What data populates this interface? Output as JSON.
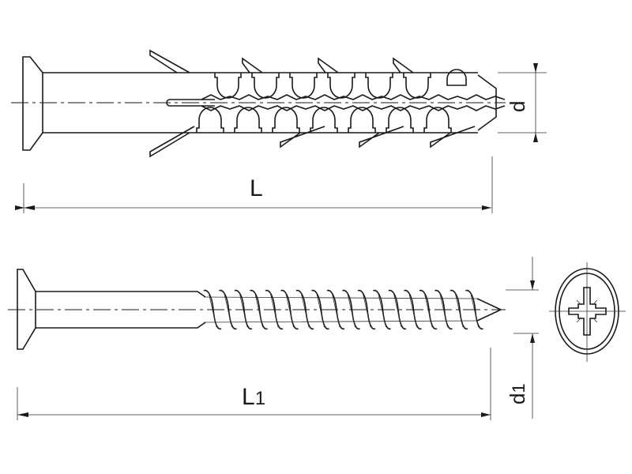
{
  "drawing": {
    "anchor_diameter_label": "d",
    "anchor_length_label": "L",
    "screw_length_label": {
      "main": "L",
      "sub": "1"
    },
    "screw_diameter_label": {
      "main": "d",
      "sub": "1"
    },
    "head_drive": "pozidriv-cross-icon"
  }
}
